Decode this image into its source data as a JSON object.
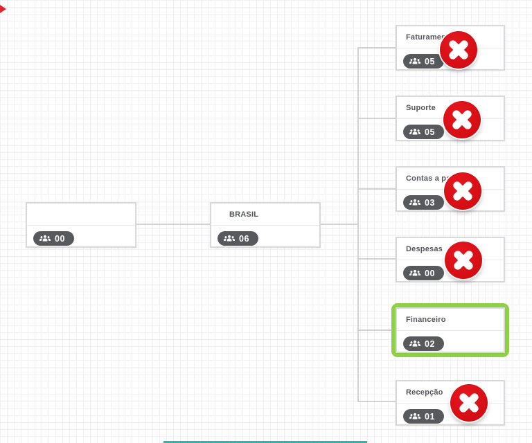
{
  "diagram": {
    "type": "org-chart",
    "nodes": {
      "root": {
        "title": "",
        "count": "00",
        "selected": false,
        "deletable": false
      },
      "brasil": {
        "title": "BRASIL",
        "count": "06",
        "selected": false,
        "deletable": false
      },
      "faturamento": {
        "title": "Faturamento",
        "count": "05",
        "selected": false,
        "deletable": true
      },
      "suporte": {
        "title": "Suporte",
        "count": "05",
        "selected": false,
        "deletable": true
      },
      "contas_a_pagar": {
        "title": "Contas a pagar",
        "count": "03",
        "selected": false,
        "deletable": true
      },
      "despesas": {
        "title": "Despesas",
        "count": "00",
        "selected": false,
        "deletable": true
      },
      "financeiro": {
        "title": "Financeiro",
        "count": "02",
        "selected": true,
        "deletable": false
      },
      "recepcao": {
        "title": "Recepção",
        "count": "01",
        "selected": false,
        "deletable": true
      }
    },
    "icons": {
      "badge": "users-group-icon",
      "delete": "x-cross-icon"
    },
    "colors": {
      "delete_button_red": "#d30d13",
      "selection_green": "#8ed046",
      "badge_background": "#58595c",
      "connector_gray": "#d2d2d2",
      "grid_line": "#f1f1f5",
      "card_border": "#d9d9d9",
      "title_text": "#54565b",
      "bottom_bar_teal": "#35b2aa"
    }
  }
}
